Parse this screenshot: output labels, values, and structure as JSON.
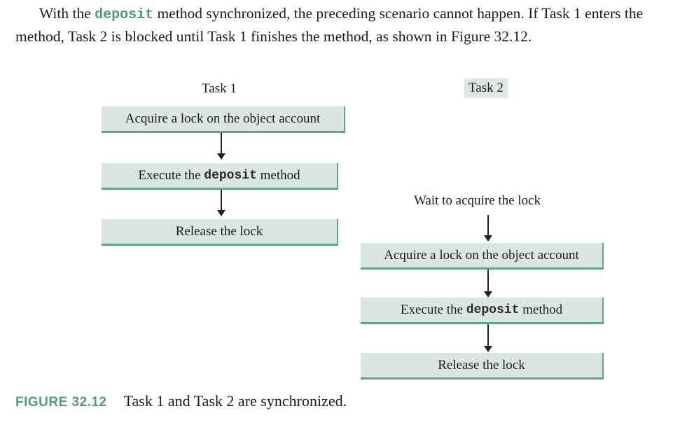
{
  "paragraph": {
    "part1": "With the ",
    "code": "deposit",
    "part2": " method synchronized, the preceding scenario cannot happen. If Task 1 enters the method, Task 2 is blocked until Task 1 finishes the method, as shown in Figure 32.12."
  },
  "task1": {
    "title": "Task 1",
    "steps": [
      {
        "text": "Acquire a lock on the object account"
      },
      {
        "prefix": "Execute the ",
        "code": "deposit",
        "suffix": " method"
      },
      {
        "text": "Release the lock"
      }
    ]
  },
  "task2": {
    "title": "Task 2",
    "wait_label": "Wait to acquire the lock",
    "steps": [
      {
        "text": "Acquire a lock on the object account"
      },
      {
        "prefix": "Execute the ",
        "code": "deposit",
        "suffix": " method"
      },
      {
        "text": "Release the lock"
      }
    ]
  },
  "caption": {
    "label": "Figure 32.12",
    "text": "Task 1 and Task 2 are synchronized."
  },
  "colors": {
    "accent": "#4e9c7c",
    "box_fill": "#dce6e0",
    "box_shadow": "#5fa587"
  }
}
